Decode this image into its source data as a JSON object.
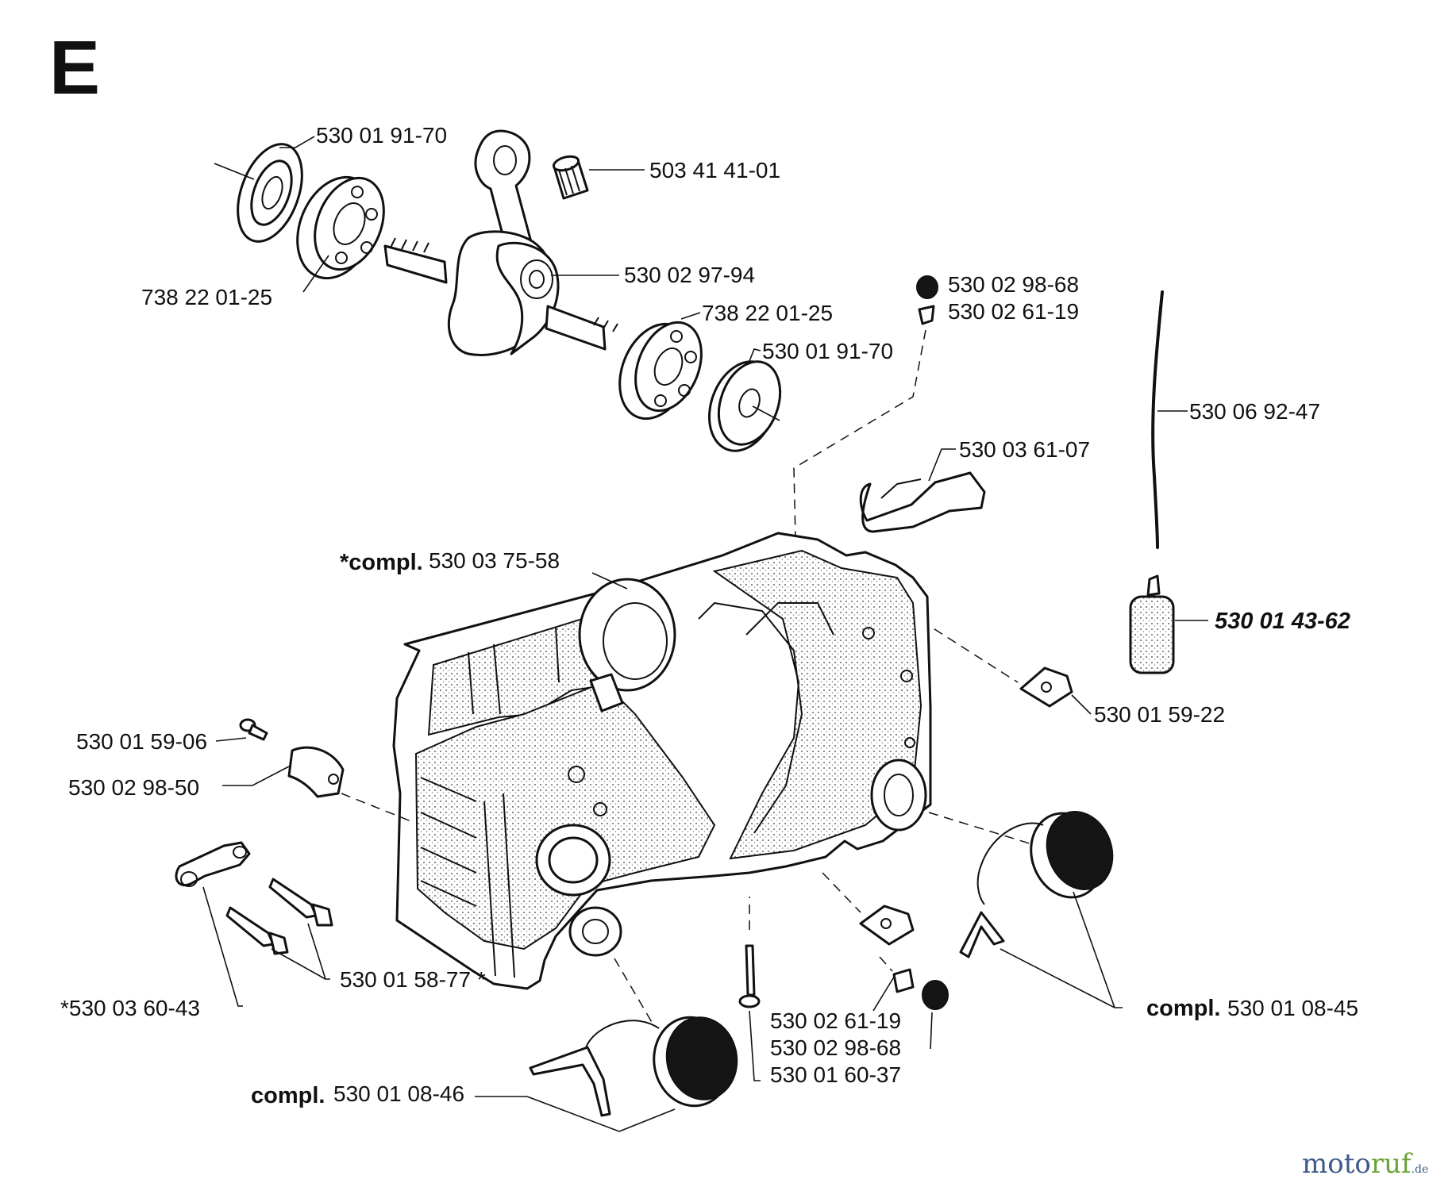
{
  "section_letter": "E",
  "labels": {
    "seal_top": "530 01 91-70",
    "needle_bearing": "503 41 41-01",
    "bearing_left": "738 22 01-25",
    "crankshaft": "530 02 97-94",
    "bearing_right": "738 22 01-25",
    "seal_right": "530 01 91-70",
    "filter_top": "530 02 98-68",
    "nipple_top": "530 02 61-19",
    "fuel_hose": "530 06 92-47",
    "bracket": "530 03 61-07",
    "crankcase_prefix": "*compl.",
    "crankcase": "530 03 75-58",
    "fuel_filter": "530 01 43-62",
    "clip_right": "530 01 59-22",
    "screw_left": "530 01 59-06",
    "cover_left": "530  02 98-50",
    "bolts": "530 01 58-77 *",
    "plate": "*530 03 60-43",
    "nipple_bottom": "530 02 61-19",
    "filter_bottom": "530 02 98-68",
    "screw_bottom": "530 01 60-37",
    "cap_right_prefix": "compl.",
    "cap_right": "530 01 08-45",
    "cap_left_prefix": "compl.",
    "cap_left": "530 01 08-46"
  },
  "watermark": {
    "part1": "moto",
    "part2": "ruf",
    "part3": ".de"
  }
}
